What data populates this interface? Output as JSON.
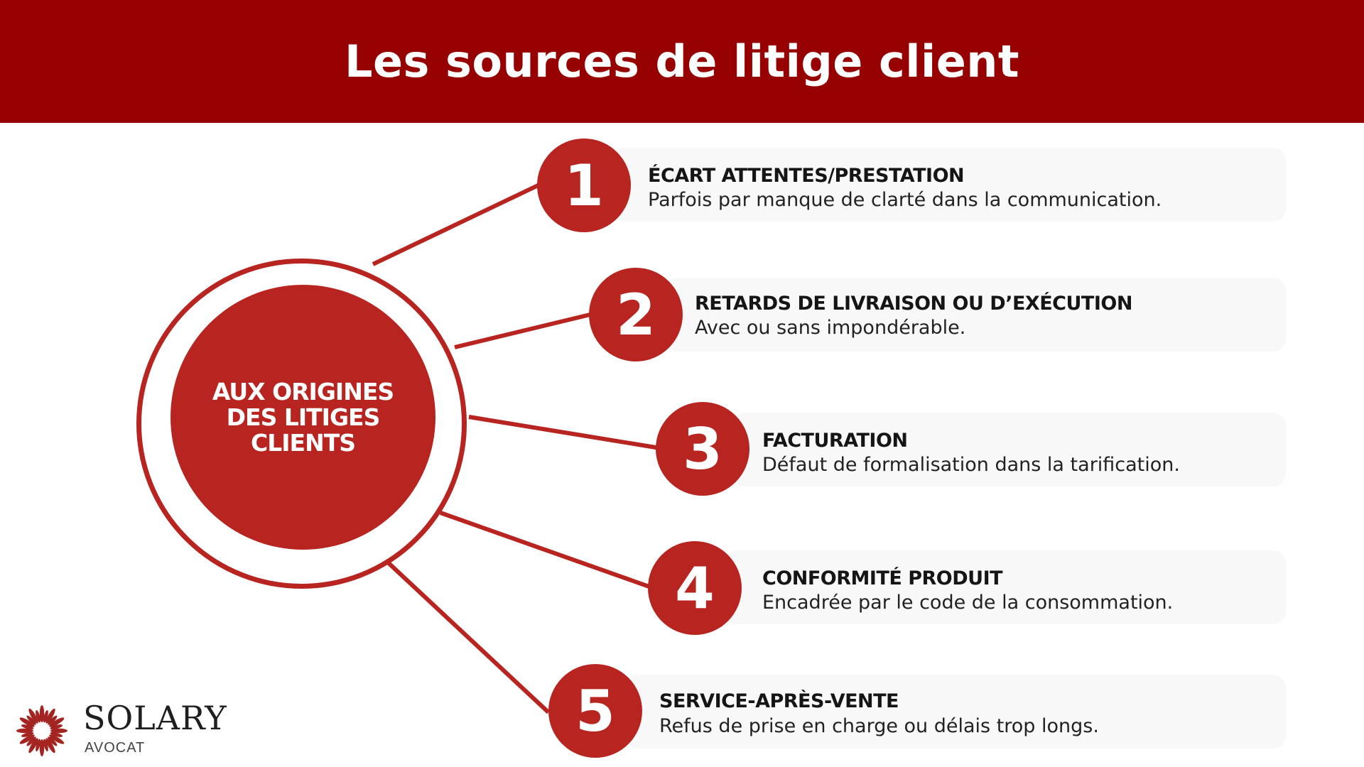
{
  "header": {
    "title": "Les sources de litige client"
  },
  "hub": {
    "label": "AUX ORIGINES DES LITIGES CLIENTS"
  },
  "items": [
    {
      "number": "1",
      "title": "ÉCART ATTENTES/PRESTATION",
      "description": "Parfois par manque de clarté dans la communication."
    },
    {
      "number": "2",
      "title": "RETARDS DE LIVRAISON OU D’EXÉCUTION",
      "description": "Avec ou sans impondérable."
    },
    {
      "number": "3",
      "title": "FACTURATION",
      "description": "Défaut de formalisation dans la tarification."
    },
    {
      "number": "4",
      "title": "CONFORMITÉ PRODUIT",
      "description": "Encadrée par le code de la consommation."
    },
    {
      "number": "5",
      "title": "SERVICE-APRÈS-VENTE",
      "description": "Refus de prise en charge ou délais trop longs."
    }
  ],
  "logo": {
    "name": "SOLARY",
    "subtitle": "AVOCAT",
    "icon": "sunburst-logo-icon"
  },
  "colors": {
    "header": "#960000",
    "accent": "#b82520",
    "card": "#f8f8f8"
  }
}
